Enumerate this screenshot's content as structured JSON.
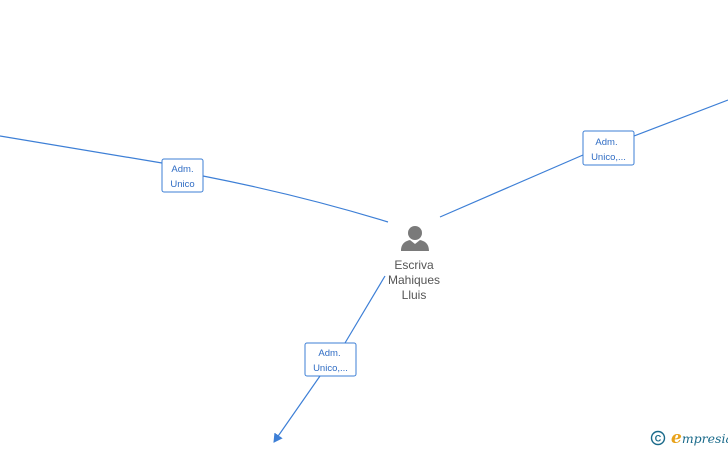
{
  "center_node": {
    "name_lines": [
      "Escriva",
      "Mahiques",
      "Lluis"
    ],
    "icon": "person-icon"
  },
  "edges": [
    {
      "id": "left",
      "label_lines": [
        "Adm.",
        "Unico"
      ]
    },
    {
      "id": "right",
      "label_lines": [
        "Adm.",
        "Unico,..."
      ]
    },
    {
      "id": "bottom",
      "label_lines": [
        "Adm.",
        "Unico,..."
      ]
    }
  ],
  "watermark": {
    "copyright_symbol": "C",
    "brand_initial": "e",
    "brand_rest": "mpresia"
  },
  "colors": {
    "edge": "#3d7fd6",
    "edge_text": "#2f6cc4",
    "node_icon": "#7a7a7a",
    "node_text": "#555555",
    "brand_orange": "#e8a21a",
    "brand_teal": "#1a6a8a"
  }
}
